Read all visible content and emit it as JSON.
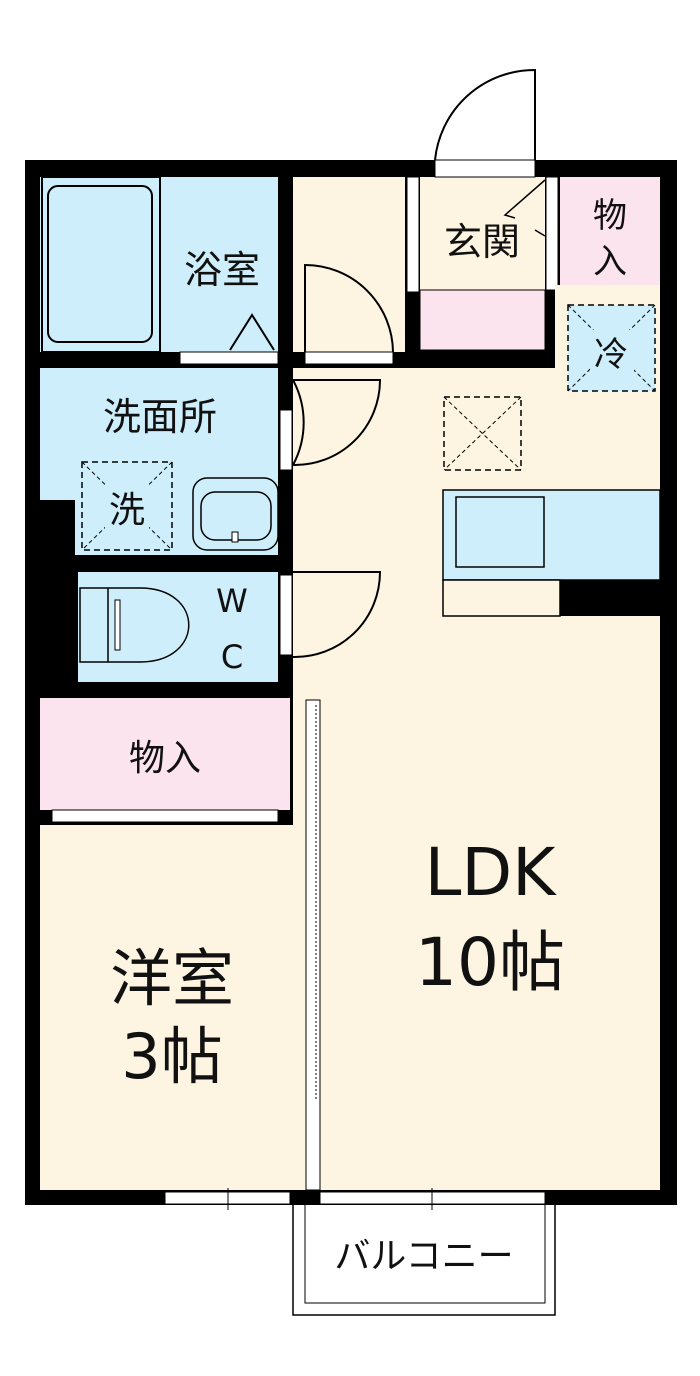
{
  "rooms": {
    "bathroom": "浴室",
    "entrance": "玄関",
    "storage_top": "物入",
    "fridge": "冷",
    "washroom": "洗面所",
    "washer": "洗",
    "wc_w": "W",
    "wc_c": "C",
    "storage_left": "物入",
    "western_room": "洋室",
    "western_size": "3帖",
    "ldk": "LDK",
    "ldk_size": "10帖",
    "balcony": "バルコニー"
  },
  "colors": {
    "wall": "#000000",
    "wet_area": "#cdeefa",
    "floor": "#fdf5e2",
    "storage": "#fce4ee"
  }
}
